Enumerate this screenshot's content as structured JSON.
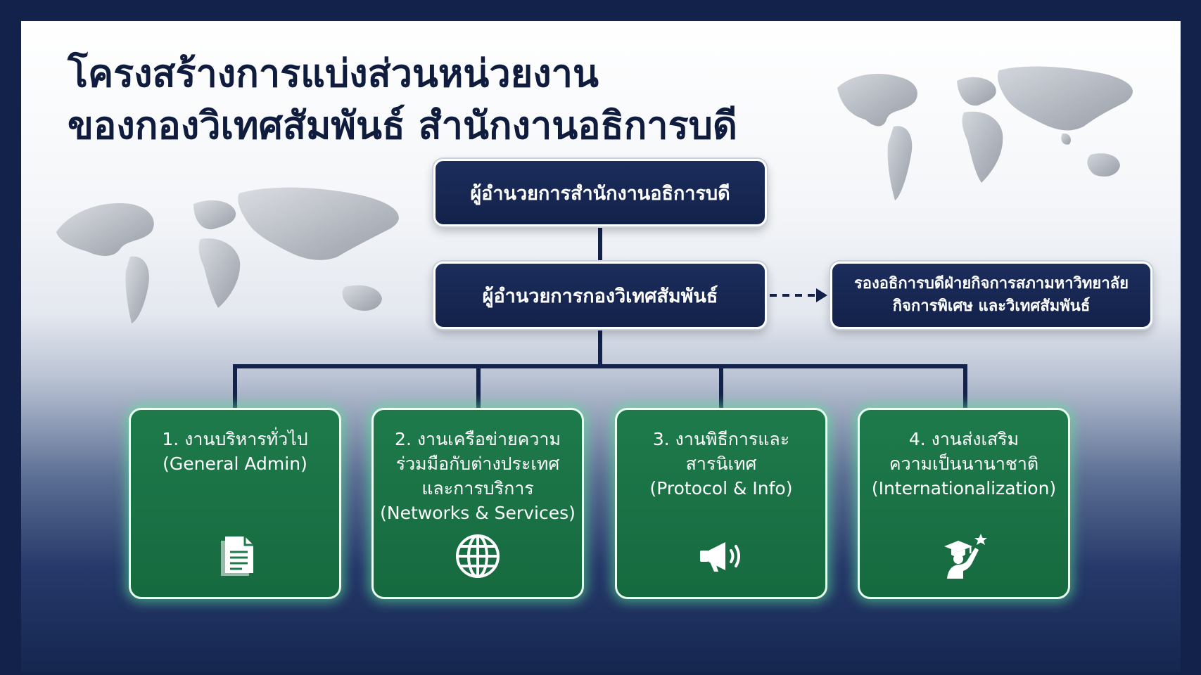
{
  "title": {
    "line1": "โครงสร้างการแบ่งส่วนหน่วยงาน",
    "line2": "ของกองวิเทศสัมพันธ์ สำนักงานอธิการบดี"
  },
  "chart": {
    "top": "ผู้อำนวยการสำนักงานอธิการบดี",
    "middle": "ผู้อำนวยการกองวิเทศสัมพันธ์",
    "side_line1": "รองอธิการบดีฝ่ายกิจการสภามหาวิทยาลัย",
    "side_line2": "กิจการพิเศษ และวิเทศสัมพันธ์"
  },
  "departments": [
    {
      "label": "1. งานบริหารทั่วไป\n(General Admin)",
      "icon": "document-icon"
    },
    {
      "label": "2. งานเครือข่ายความ\nร่วมมือกับต่างประเทศ\nและการบริการ\n(Networks & Services)",
      "icon": "globe-icon"
    },
    {
      "label": "3. งานพิธีการและ\nสารนิเทศ\n(Protocol & Info)",
      "icon": "megaphone-icon"
    },
    {
      "label": "4. งานส่งเสริม\nความเป็นนานาชาติ\n(Internationalization)",
      "icon": "graduate-star-icon"
    }
  ],
  "colors": {
    "navy": "#13224a",
    "green": "#1e7a4b",
    "glow": "#5ae696",
    "frame": "#12224a"
  }
}
